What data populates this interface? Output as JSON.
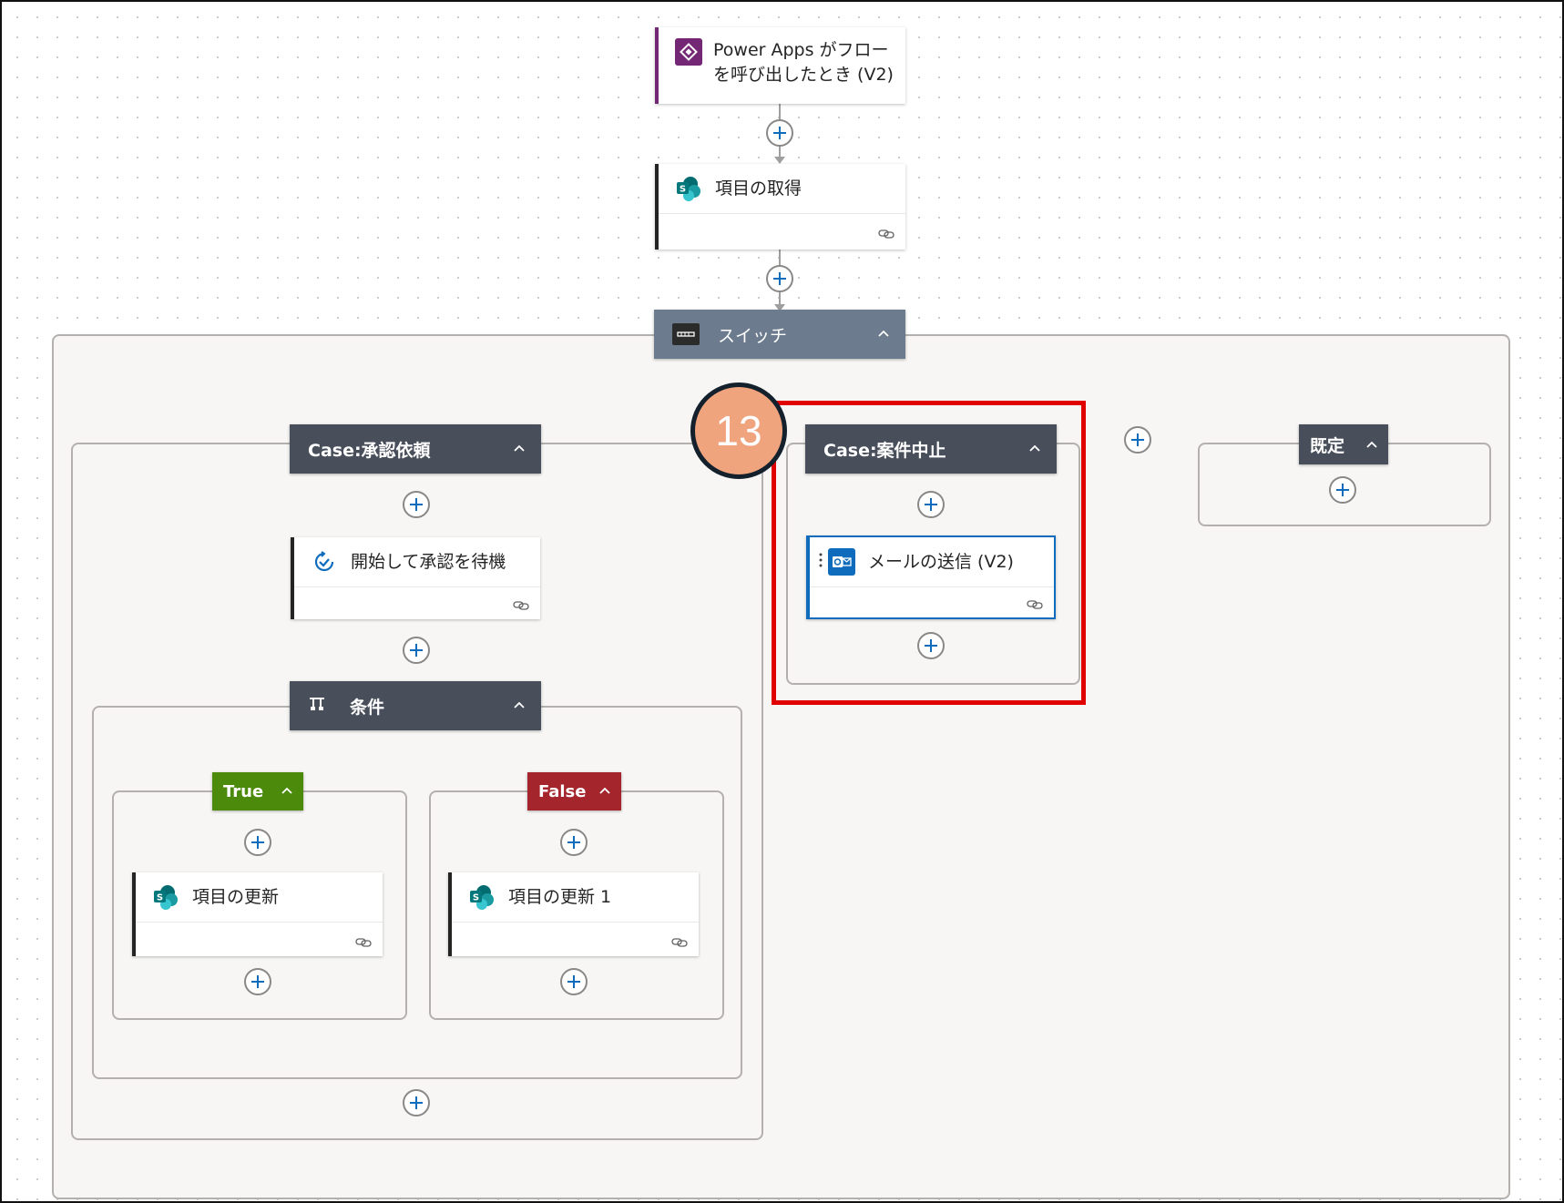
{
  "trigger": {
    "title": "Power Apps がフロー を呼び出したとき (V2)",
    "title_line1": "Power Apps がフロー",
    "title_line2": "を呼び出したとき (V2)",
    "icon": "power-apps-icon",
    "color": "#742774"
  },
  "get_item": {
    "title": "項目の取得",
    "icon": "sharepoint-icon"
  },
  "switch": {
    "title": "スイッチ",
    "icon": "switch-icon"
  },
  "case_approval": {
    "header": "Case:承認依頼",
    "approval_action": {
      "title": "開始して承認を待機",
      "icon": "approval-icon"
    },
    "condition": {
      "header": "条件",
      "true_branch": {
        "label": "True",
        "action": {
          "title": "項目の更新",
          "icon": "sharepoint-icon"
        }
      },
      "false_branch": {
        "label": "False",
        "action": {
          "title": "項目の更新 1",
          "icon": "sharepoint-icon"
        }
      }
    }
  },
  "case_cancel": {
    "header": "Case:案件中止",
    "action": {
      "title": "メールの送信 (V2)",
      "icon": "outlook-icon"
    }
  },
  "default_case": {
    "header": "既定"
  },
  "callout": {
    "number": "13",
    "color": "#f0a47e",
    "highlight_color": "#e10000"
  }
}
